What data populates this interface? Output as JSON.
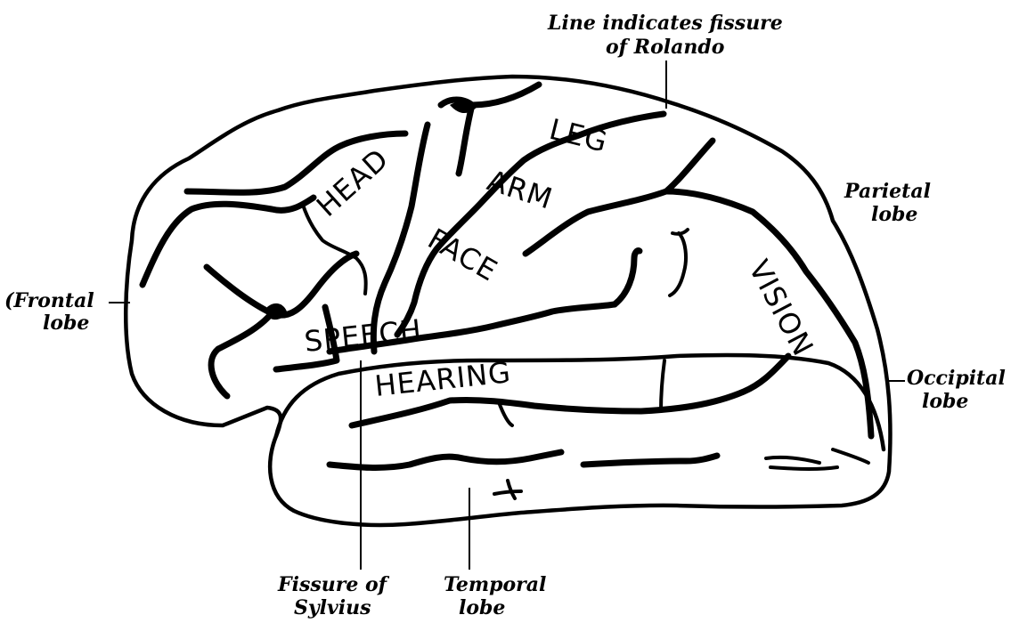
{
  "regions": {
    "head": "HEAD",
    "arm": "ARM",
    "leg": "LEG",
    "face": "FACE",
    "speech": "SPEECH",
    "hearing": "HEARING",
    "vision": "VISION"
  },
  "labels": {
    "rolando_line1": "Line indicates fissure",
    "rolando_line2": "of Rolando",
    "parietal_line1": "Parietal",
    "parietal_line2": "lobe",
    "frontal_line1": "(Frontal",
    "frontal_line2": "lobe",
    "occipital_line1": "Occipital",
    "occipital_line2": "lobe",
    "sylvius_line1": "Fissure of",
    "sylvius_line2": "Sylvius",
    "temporal_line1": "Temporal",
    "temporal_line2": "lobe"
  }
}
